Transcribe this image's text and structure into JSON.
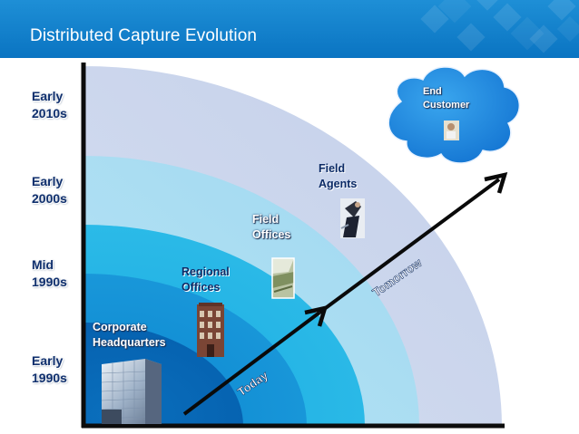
{
  "header": {
    "title": "Distributed Capture Evolution"
  },
  "eras": [
    {
      "label": "Early\n2010s"
    },
    {
      "label": "Early\n2000s"
    },
    {
      "label": "Mid\n1990s"
    },
    {
      "label": "Early\n1990s"
    }
  ],
  "nodes": {
    "corporate": "Corporate\nHeadquarters",
    "regional": "Regional\nOffices",
    "field_offices": "Field\n Offices",
    "field_agents": "Field\n Agents",
    "end_customer": "End\nCustomer"
  },
  "arrow_labels": {
    "today": "Today",
    "tomorrow": "Tomorrow"
  },
  "colors": {
    "header": "#0a74c2",
    "ring_outer": "#c8d4ec",
    "ring_3": "#a6dcf2",
    "ring_2": "#23b3e4",
    "ring_1": "#0f8ed4",
    "ring_0": "#0667b5",
    "cloud": "#1e8de0",
    "era_text": "#10306e"
  }
}
